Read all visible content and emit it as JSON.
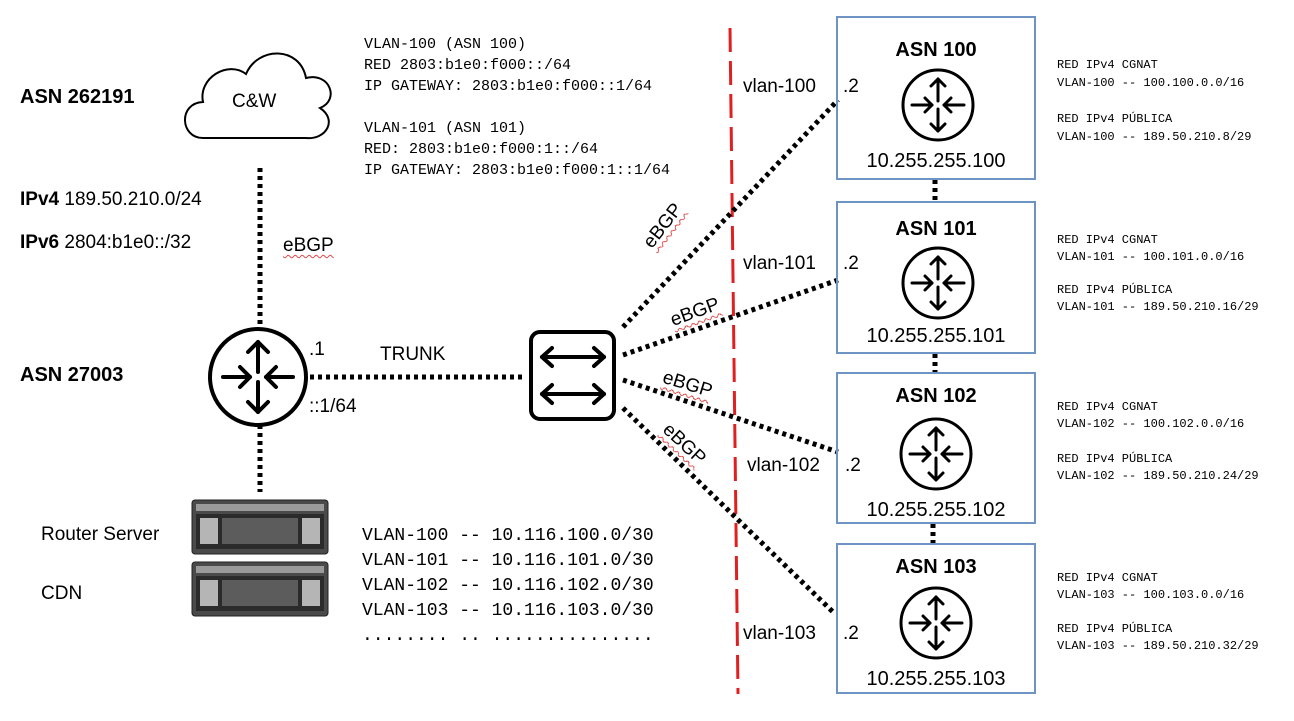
{
  "isp": {
    "asn": "ASN 262191",
    "cloud_label": "C&W",
    "ipv4_key": "IPv4",
    "ipv4_value": "189.50.210.0/24",
    "ipv6_key": "IPv6",
    "ipv6_value": "2804:b1e0::/32",
    "uplink_label": "eBGP"
  },
  "core": {
    "asn": "ASN 27003",
    "ipv4_suffix": ".1",
    "ipv6_suffix": "::1/64",
    "trunk_label": "TRUNK"
  },
  "servers": [
    {
      "label": "Router Server"
    },
    {
      "label": "CDN"
    }
  ],
  "vlan_info": [
    {
      "title": "VLAN-100 (ASN 100)",
      "red": "RED 2803:b1e0:f000::/64",
      "gateway": "IP GATEWAY: 2803:b1e0:f000::1/64"
    },
    {
      "title": "VLAN-101 (ASN 101)",
      "red": "RED: 2803:b1e0:f000:1::/64",
      "gateway": "IP GATEWAY: 2803:b1e0:f000:1::1/64"
    }
  ],
  "p2p_networks": [
    "VLAN-100 -- 10.116.100.0/30",
    "VLAN-101 -- 10.116.101.0/30",
    "VLAN-102 -- 10.116.102.0/30",
    "VLAN-103 -- 10.116.103.0/30",
    "........ .. ..............."
  ],
  "links": [
    {
      "protocol": "eBGP",
      "vlan": "vlan-100",
      "host": ".2"
    },
    {
      "protocol": "eBGP",
      "vlan": "vlan-101",
      "host": ".2"
    },
    {
      "protocol": "eBGP",
      "vlan": "vlan-102",
      "host": ".2"
    },
    {
      "protocol": "eBGP",
      "vlan": "vlan-103",
      "host": ".2"
    }
  ],
  "asns": [
    {
      "asn": "ASN 100",
      "loopback": "10.255.255.100",
      "cgnat_title": "RED IPv4 CGNAT",
      "cgnat": "VLAN-100 -- 100.100.0.0/16",
      "public_title": "RED IPv4 PÚBLICA",
      "public": "VLAN-100 -- 189.50.210.8/29"
    },
    {
      "asn": "ASN 101",
      "loopback": "10.255.255.101",
      "cgnat_title": "RED IPv4 CGNAT",
      "cgnat": "VLAN-101 -- 100.101.0.0/16",
      "public_title": "RED IPv4 PÚBLICA",
      "public": "VLAN-101 -- 189.50.210.16/29"
    },
    {
      "asn": "ASN 102",
      "loopback": "10.255.255.102",
      "cgnat_title": "RED IPv4 CGNAT",
      "cgnat": "VLAN-102 -- 100.102.0.0/16",
      "public_title": "RED IPv4 PÚBLICA",
      "public": "VLAN-102 -- 189.50.210.24/29"
    },
    {
      "asn": "ASN 103",
      "loopback": "10.255.255.103",
      "cgnat_title": "RED IPv4 CGNAT",
      "cgnat": "VLAN-103 -- 100.103.0.0/16",
      "public_title": "RED IPv4 PÚBLICA",
      "public": "VLAN-103 -- 189.50.210.32/29"
    }
  ],
  "colors": {
    "box_border": "#6e94c5",
    "divider": "#e02020",
    "line": "#000000"
  },
  "icons": [
    "cloud-icon",
    "router-icon",
    "switch-icon",
    "server-icon"
  ]
}
